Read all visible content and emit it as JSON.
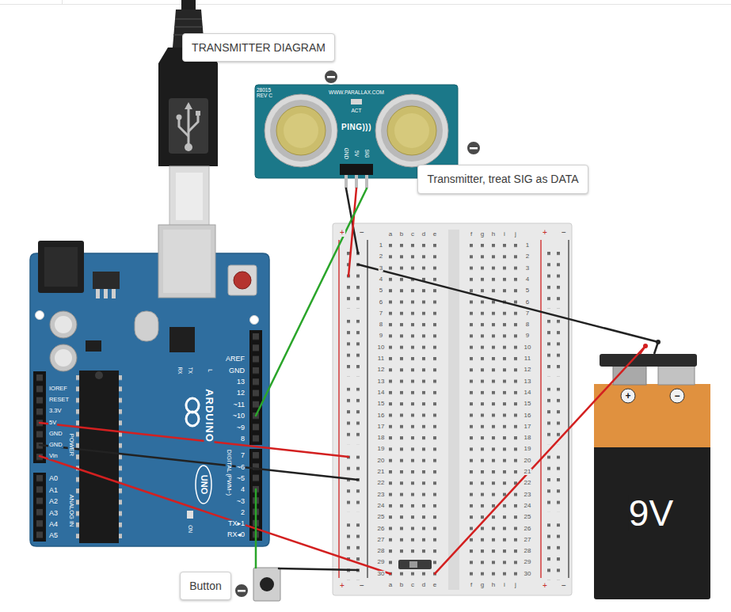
{
  "diagram": {
    "nodes": [
      {
        "text": [
          "TRANSMITTER DIAGRAM"
        ]
      },
      {
        "text": [
          "Transmitter, treat SIG as DATA"
        ]
      },
      {
        "text": [
          "Button"
        ]
      }
    ],
    "labels": [
      "28015 REV C",
      "WWW.PARALLAX.COM",
      "ACT",
      "PING)))",
      "GND",
      "5V",
      "SIG",
      "AREF",
      "GND",
      "13",
      "12",
      "~11",
      "~10",
      "~9",
      "8",
      "7",
      "~6",
      "~5",
      "4",
      "~3",
      "2",
      "TX▸1",
      "RX◂0",
      "IOREF",
      "RESET",
      "3.3V",
      "5V",
      "GND",
      "GND",
      "Vin",
      "POWER",
      "A0",
      "A1",
      "A2",
      "A3",
      "A4",
      "A5",
      "ANALOG IN",
      "ARDUINO",
      "UNO",
      "DIGITAL (PWM~)",
      "RX",
      "TX",
      "L",
      "ON",
      "a",
      "b",
      "c",
      "d",
      "e",
      "f",
      "g",
      "h",
      "i",
      "j",
      "+",
      "−",
      "+",
      "−",
      "1",
      "2",
      "3",
      "4",
      "5",
      "6",
      "7",
      "8",
      "9",
      "10",
      "11",
      "12",
      "13",
      "14",
      "15",
      "16",
      "17",
      "18",
      "19",
      "20",
      "21",
      "22",
      "23",
      "24",
      "25",
      "26",
      "27",
      "28",
      "29",
      "30",
      "1",
      "2",
      "3",
      "4",
      "5",
      "6",
      "7",
      "8",
      "9",
      "10",
      "11",
      "12",
      "13",
      "14",
      "15",
      "16",
      "17",
      "18",
      "19",
      "20",
      "21",
      "22",
      "23",
      "24",
      "25",
      "26",
      "27",
      "28",
      "29",
      "30",
      "a",
      "b",
      "c",
      "d",
      "e",
      "f",
      "g",
      "h",
      "i",
      "j",
      "+",
      "−",
      "+",
      "−",
      "+",
      "−",
      "9V"
    ]
  }
}
